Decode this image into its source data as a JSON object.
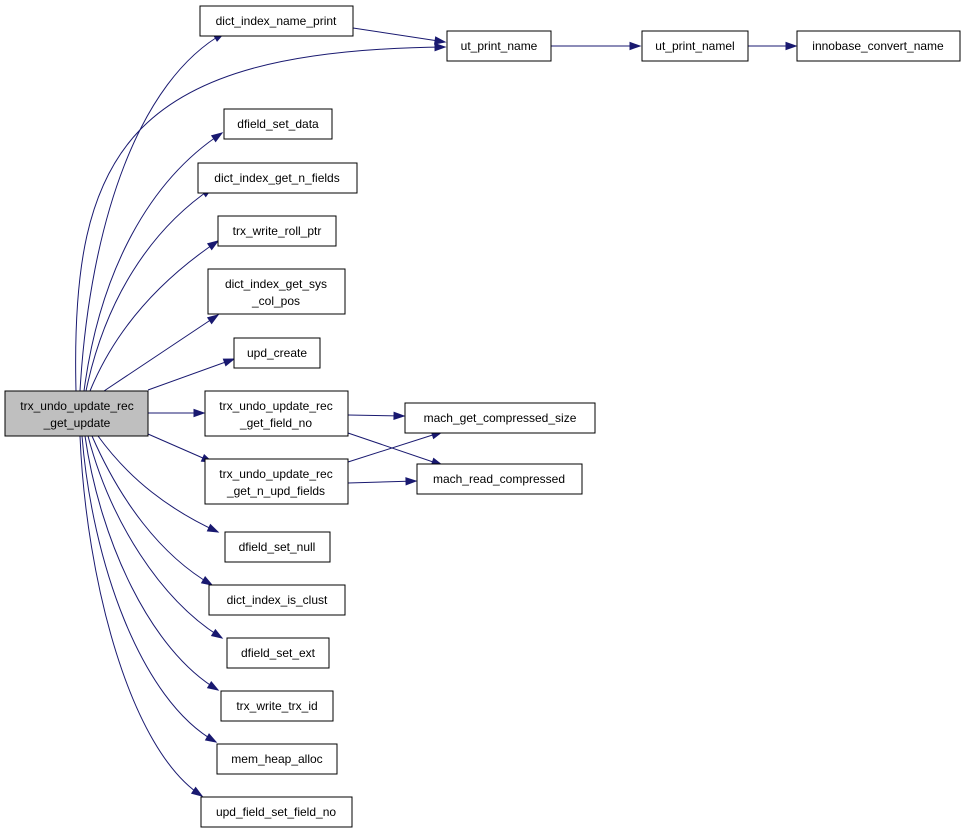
{
  "diagram": {
    "colors": {
      "edge": "#191970",
      "root_fill": "#bfbfbf",
      "node_fill": "#ffffff"
    },
    "nodes": [
      {
        "id": "root",
        "lines": [
          "trx_undo_update_rec",
          "_get_update"
        ]
      },
      {
        "id": "n1",
        "lines": [
          "dict_index_name_print"
        ]
      },
      {
        "id": "n2",
        "lines": [
          "ut_print_name"
        ]
      },
      {
        "id": "n3",
        "lines": [
          "ut_print_namel"
        ]
      },
      {
        "id": "n4",
        "lines": [
          "innobase_convert_name"
        ]
      },
      {
        "id": "n5",
        "lines": [
          "dfield_set_data"
        ]
      },
      {
        "id": "n6",
        "lines": [
          "dict_index_get_n_fields"
        ]
      },
      {
        "id": "n7",
        "lines": [
          "trx_write_roll_ptr"
        ]
      },
      {
        "id": "n8",
        "lines": [
          "dict_index_get_sys",
          "_col_pos"
        ]
      },
      {
        "id": "n9",
        "lines": [
          "upd_create"
        ]
      },
      {
        "id": "n10",
        "lines": [
          "trx_undo_update_rec",
          "_get_field_no"
        ]
      },
      {
        "id": "n11",
        "lines": [
          "mach_get_compressed_size"
        ]
      },
      {
        "id": "n12",
        "lines": [
          "trx_undo_update_rec",
          "_get_n_upd_fields"
        ]
      },
      {
        "id": "n13",
        "lines": [
          "mach_read_compressed"
        ]
      },
      {
        "id": "n14",
        "lines": [
          "dfield_set_null"
        ]
      },
      {
        "id": "n15",
        "lines": [
          "dict_index_is_clust"
        ]
      },
      {
        "id": "n16",
        "lines": [
          "dfield_set_ext"
        ]
      },
      {
        "id": "n17",
        "lines": [
          "trx_write_trx_id"
        ]
      },
      {
        "id": "n18",
        "lines": [
          "mem_heap_alloc"
        ]
      },
      {
        "id": "n19",
        "lines": [
          "upd_field_set_field_no"
        ]
      }
    ],
    "edges": [
      {
        "from": "root",
        "to": "n1"
      },
      {
        "from": "root",
        "to": "n2"
      },
      {
        "from": "n1",
        "to": "n2"
      },
      {
        "from": "n2",
        "to": "n3"
      },
      {
        "from": "n3",
        "to": "n4"
      },
      {
        "from": "root",
        "to": "n5"
      },
      {
        "from": "root",
        "to": "n6"
      },
      {
        "from": "root",
        "to": "n7"
      },
      {
        "from": "root",
        "to": "n8"
      },
      {
        "from": "root",
        "to": "n9"
      },
      {
        "from": "root",
        "to": "n10"
      },
      {
        "from": "n10",
        "to": "n11"
      },
      {
        "from": "n10",
        "to": "n13"
      },
      {
        "from": "root",
        "to": "n12"
      },
      {
        "from": "n12",
        "to": "n11"
      },
      {
        "from": "n12",
        "to": "n13"
      },
      {
        "from": "root",
        "to": "n14"
      },
      {
        "from": "root",
        "to": "n15"
      },
      {
        "from": "root",
        "to": "n16"
      },
      {
        "from": "root",
        "to": "n17"
      },
      {
        "from": "root",
        "to": "n18"
      },
      {
        "from": "root",
        "to": "n19"
      }
    ]
  }
}
